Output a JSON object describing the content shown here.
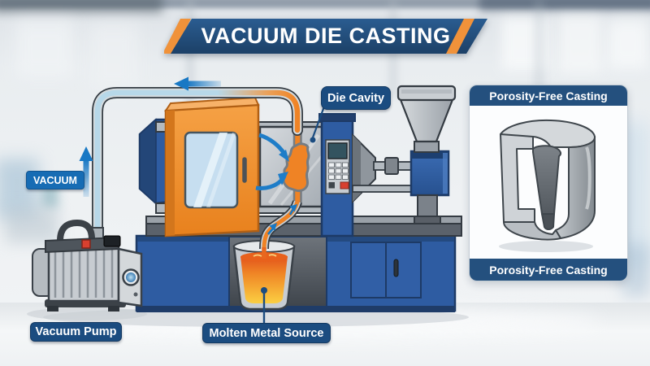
{
  "banner": {
    "title": "VACUUM DIE CASTING"
  },
  "labels": {
    "vacuum": "VACUUM",
    "die_cavity": "Die Cavity",
    "vacuum_pump": "Vacuum Pump",
    "molten_metal_source": "Molten Metal Source"
  },
  "panel": {
    "header": "Porosity-Free Casting",
    "footer": "Porosity-Free Casting"
  },
  "colors": {
    "banner_blue": "#1f4d7a",
    "accent_orange": "#f0923a",
    "machine_blue": "#2e5ca2",
    "door_orange": "#ef8a28",
    "label_navy": "#1b4c80",
    "vacuum_label_blue": "#176cb4",
    "flow_arrow_blue": "#1878c4",
    "molten_orange": "#ef8325",
    "molten_yellow": "#fbcf42",
    "vacuum_tube_blue": "#b7d8e9",
    "metal_gray": "#9aa1a8"
  }
}
